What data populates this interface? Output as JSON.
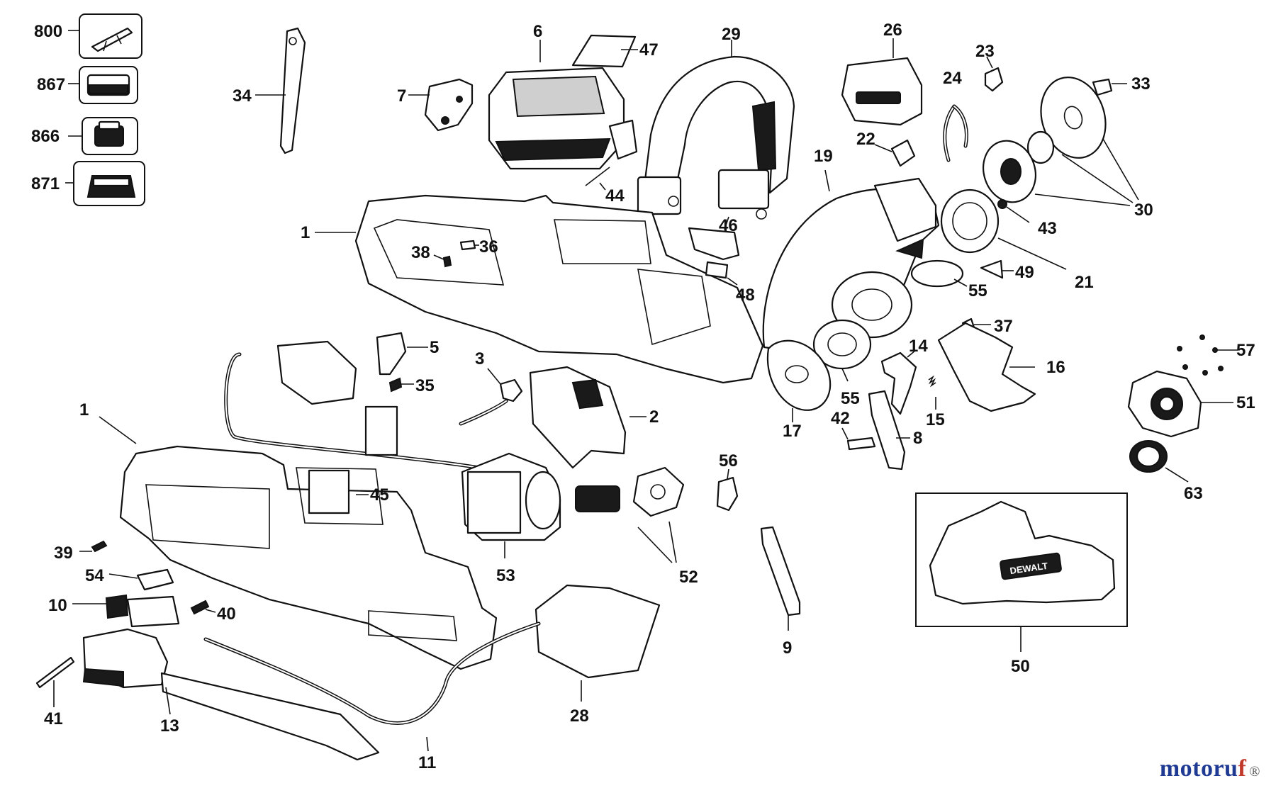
{
  "diagram": {
    "brand_on_part": "DEWALT",
    "accent_color": "#111111",
    "labels": [
      "800",
      "867",
      "866",
      "871",
      "34",
      "6",
      "47",
      "7",
      "29",
      "26",
      "23",
      "24",
      "33",
      "22",
      "19",
      "30",
      "43",
      "21",
      "44",
      "1",
      "38",
      "36",
      "46",
      "48",
      "49",
      "55",
      "37",
      "14",
      "16",
      "57",
      "5",
      "35",
      "3",
      "2",
      "55",
      "17",
      "42",
      "8",
      "15",
      "51",
      "1",
      "45",
      "56",
      "53",
      "52",
      "63",
      "39",
      "54",
      "10",
      "40",
      "41",
      "13",
      "11",
      "28",
      "9",
      "50"
    ]
  },
  "watermark": {
    "brand_main": "motoru",
    "brand_accent": "f",
    "brand_tail": "®"
  }
}
